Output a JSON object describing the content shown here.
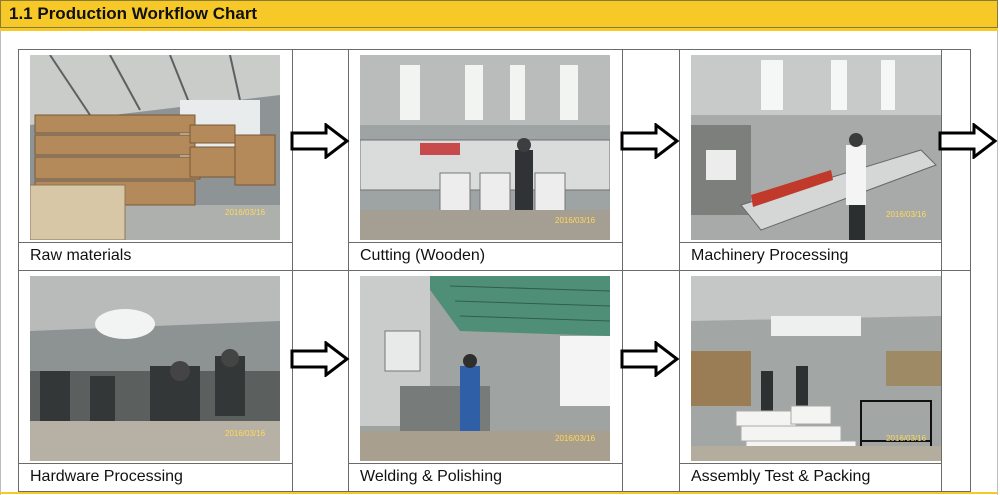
{
  "document": {
    "title": "1.1 Production Workflow Chart"
  },
  "steps": [
    {
      "label": "Raw materials",
      "photo": "raw-materials-photo",
      "stamp": "2016/03/16"
    },
    {
      "label": "Cutting (Wooden)",
      "photo": "cutting-photo",
      "stamp": "2016/03/16"
    },
    {
      "label": "Machinery Processing",
      "photo": "machinery-photo",
      "stamp": "2016/03/16"
    },
    {
      "label": "Hardware Processing",
      "photo": "hardware-photo",
      "stamp": "2016/03/16"
    },
    {
      "label": "Welding & Polishing",
      "photo": "welding-photo",
      "stamp": "2016/03/16"
    },
    {
      "label": "Assembly Test & Packing",
      "photo": "assembly-photo",
      "stamp": "2016/03/16"
    }
  ],
  "icons": {
    "arrow": "arrow-right-icon"
  },
  "colors": {
    "header": "#f7c928",
    "grid": "#6b6b6b"
  }
}
